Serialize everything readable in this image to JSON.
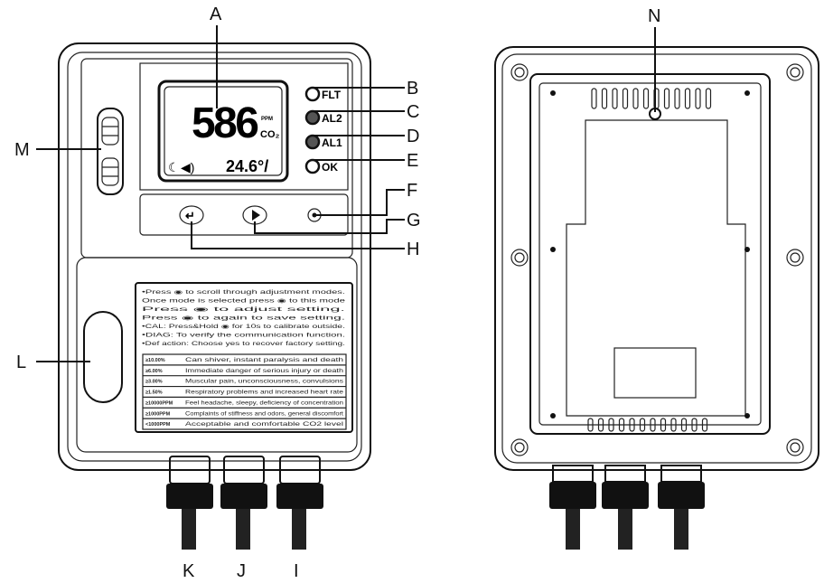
{
  "callouts": {
    "A": "A",
    "B": "B",
    "C": "C",
    "D": "D",
    "E": "E",
    "F": "F",
    "G": "G",
    "H": "H",
    "I": "I",
    "J": "J",
    "K": "K",
    "L": "L",
    "M": "M",
    "N": "N"
  },
  "display": {
    "main_value": "586",
    "unit_ppm": "PPM",
    "unit_co2": "CO₂",
    "temperature": "24.6°/"
  },
  "indicators": [
    {
      "label": "FLT",
      "filled": false
    },
    {
      "label": "AL2",
      "filled": true
    },
    {
      "label": "AL1",
      "filled": true
    },
    {
      "label": "OK",
      "filled": false
    }
  ],
  "instructions": [
    "•Press ◉ to scroll through adjustment modes.",
    "  Once mode is selected press ◉ to this mode",
    "  Press ◉ to adjust setting.",
    "  Press ◉ to again to save setting.",
    "•CAL: Press&Hold ◉ for 10s to calibrate outside.",
    "•DIAG: To verify the communication function.",
    "•Def action: Choose yes to recover factory setting."
  ],
  "co2_table": [
    {
      "level": "≥10.00%",
      "effect": "Can shiver, instant paralysis and death"
    },
    {
      "level": "≥6.00%",
      "effect": "Immediate danger of serious injury or death"
    },
    {
      "level": "≥3.00%",
      "effect": "Muscular pain, unconsciousness, convulsions"
    },
    {
      "level": "≥1.50%",
      "effect": "Respiratory problems and increased heart rate"
    },
    {
      "level": "≥10000PPM",
      "effect": "Feel headache, sleepy, deficiency of concentration"
    },
    {
      "level": "≥1000PPM",
      "effect": "Complaints of stiffness and odors, general discomfort"
    },
    {
      "level": "<1000PPM",
      "effect": "Acceptable and comfortable CO2 level"
    }
  ]
}
